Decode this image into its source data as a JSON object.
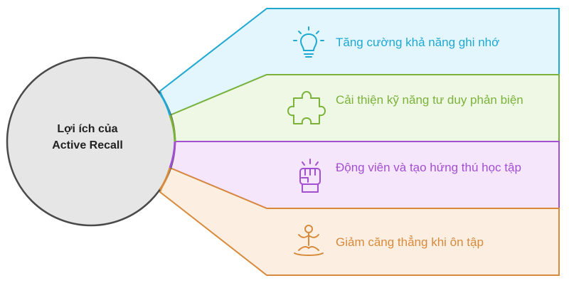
{
  "center": {
    "line1": "Lợi ích của",
    "line2": "Active Recall",
    "fill": "#e6e6e6",
    "stroke": "#4a4a4a"
  },
  "benefits": [
    {
      "label": "Tăng cường khả năng ghi nhớ",
      "icon": "lightbulb-icon",
      "color": "#1fa8d2",
      "fill": "#e3f6fd"
    },
    {
      "label": "Cải thiện kỹ năng tư duy phản biện",
      "icon": "puzzle-icon",
      "color": "#7bb33a",
      "fill": "#eff7e5"
    },
    {
      "label": "Động viên và tạo hứng thú học tập",
      "icon": "raised-fist-icon",
      "color": "#a24fd2",
      "fill": "#f6e6fc"
    },
    {
      "label": "Giảm căng thẳng khi ôn tập",
      "icon": "meditation-icon",
      "color": "#d88a3c",
      "fill": "#fcefe1"
    }
  ]
}
